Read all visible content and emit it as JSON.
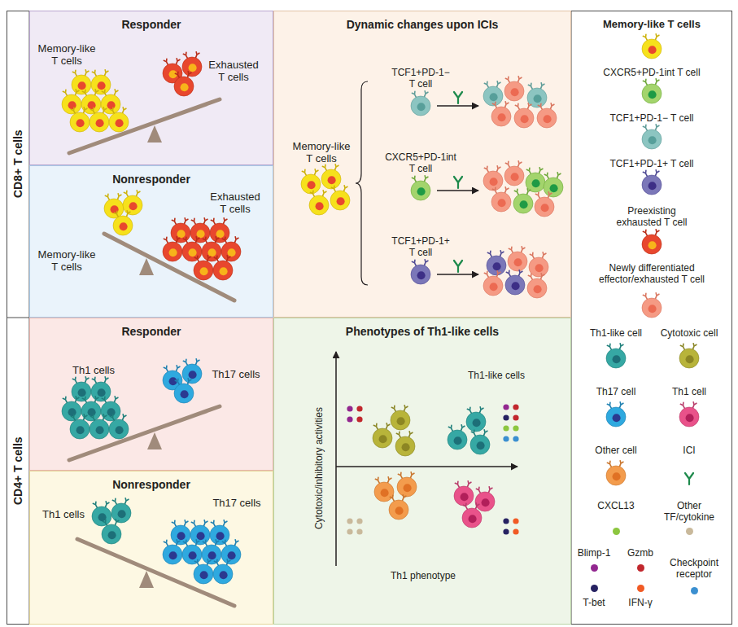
{
  "diagram": {
    "nodes": [
      {
        "text": [
          "Responder",
          "Memory-like T cells",
          "Exhausted T cells"
        ]
      },
      {
        "text": [
          "Dynamic changes upon ICIs",
          "Memory-like T cells",
          "TCF1+PD-1− T cell",
          "CXCR5+PD-1int T cell",
          "TCF1+PD-1+ T cell"
        ]
      },
      {
        "text": [
          "Nonresponder",
          "Exhausted T cells",
          "Memory-like T cells"
        ]
      },
      {
        "text": [
          "Responder",
          "Th1 cells",
          "Th17 cells"
        ]
      },
      {
        "text": [
          "Phenotypes of Th1-like cells",
          "Th1-like cells",
          "Cytotoxic/inhibitory activities",
          "Th1 phenotype"
        ]
      },
      {
        "text": [
          "Nonresponder",
          "Th1 cells",
          "Th17 cells"
        ]
      }
    ],
    "labels": [
      "CD8+ T cells",
      "CD4+ T cells"
    ],
    "legend": [
      {
        "text": "Memory-like T cells"
      },
      {
        "text": "CXCR5+PD-1int T cell"
      },
      {
        "text": "TCF1+PD-1− T cell"
      },
      {
        "text": "TCF1+PD-1+ T cell"
      },
      {
        "text": "Preexisting exhausted T cell"
      },
      {
        "text": "Newly differentiated effector/exhausted T cell"
      },
      {
        "text": "Th1-like cell"
      },
      {
        "text": "Cytotoxic cell"
      },
      {
        "text": "Th17 cell"
      },
      {
        "text": "Th1 cell"
      },
      {
        "text": "Other cell"
      },
      {
        "text": "ICI"
      },
      {
        "text": "CXCL13",
        "color": "#8cc63f"
      },
      {
        "text": "Other TF/cytokine",
        "color": "#c9b99b"
      },
      {
        "text": "Blimp-1",
        "color": "#92278f"
      },
      {
        "text": "Gzmb",
        "color": "#c1272d"
      },
      {
        "text": "Checkpoint receptor",
        "color": "#3b8fd0"
      },
      {
        "text": "T-bet",
        "color": "#262262"
      },
      {
        "text": "IFN-γ",
        "color": "#f15a24"
      }
    ]
  }
}
